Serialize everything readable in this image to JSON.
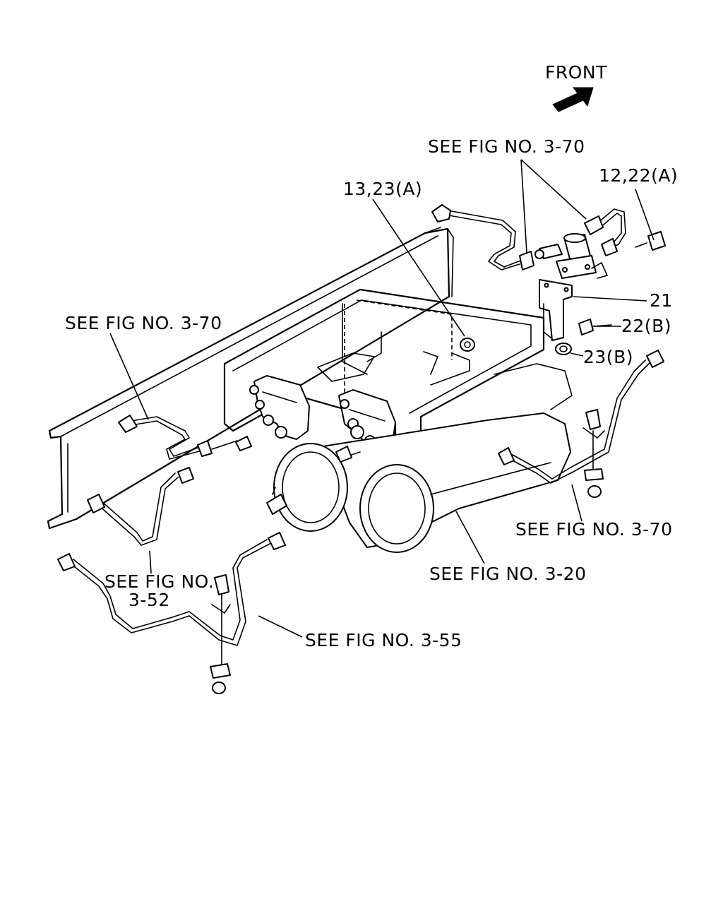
{
  "orientation": {
    "label": "FRONT",
    "arrow_icon": "front-direction-arrow-icon"
  },
  "callouts": {
    "ref_3_70_top": "SEE FIG NO. 3-70",
    "part_13_23a": "13,23(A)",
    "part_12_22a": "12,22(A)",
    "part_21": "21",
    "part_22b": "22(B)",
    "part_23b": "23(B)",
    "ref_3_70_left": "SEE FIG NO. 3-70",
    "ref_3_70_right": "SEE FIG NO. 3-70",
    "ref_3_20": "SEE FIG NO. 3-20",
    "ref_3_52_line1": "SEE FIG NO.",
    "ref_3_52_line2": "3-52",
    "ref_3_55": "SEE FIG NO. 3-55"
  },
  "colors": {
    "ink": "#000000",
    "paper": "#ffffff"
  }
}
